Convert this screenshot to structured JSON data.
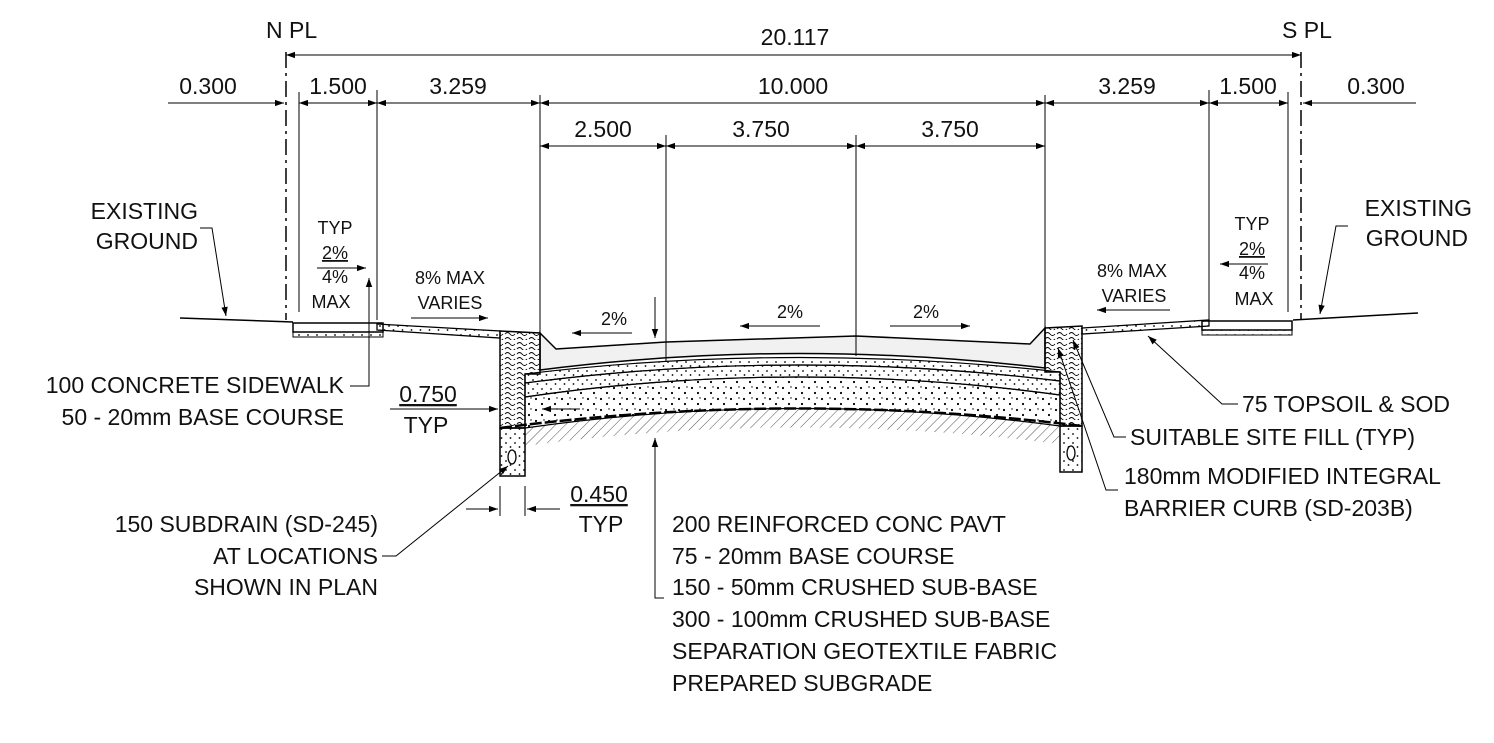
{
  "property_lines": {
    "north": "N PL",
    "south": "S PL"
  },
  "dimensions": {
    "overall": "20.117",
    "row1": [
      "0.300",
      "1.500",
      "3.259",
      "10.000",
      "3.259",
      "1.500",
      "0.300"
    ],
    "row2": [
      "2.500",
      "3.750",
      "3.750"
    ],
    "curb_width": "0.750",
    "curb_typ": "TYP",
    "drain_offset": "0.450",
    "drain_typ": "TYP"
  },
  "slopes": {
    "sidewalk_left": [
      "TYP",
      "2%",
      "4%",
      "MAX"
    ],
    "sidewalk_right": [
      "TYP",
      "2%",
      "4%",
      "MAX"
    ],
    "boulevard_left": [
      "8% MAX",
      "VARIES"
    ],
    "boulevard_right": [
      "8% MAX",
      "VARIES"
    ],
    "lane_left": "2%",
    "lane_center": "2%",
    "lane_right": "2%"
  },
  "labels": {
    "existing_ground_left": [
      "EXISTING",
      "GROUND"
    ],
    "existing_ground_right": [
      "EXISTING",
      "GROUND"
    ],
    "sidewalk": [
      "100 CONCRETE SIDEWALK",
      "50 - 20mm BASE COURSE"
    ],
    "subdrain": [
      "150 SUBDRAIN (SD-245)",
      "AT LOCATIONS",
      "SHOWN IN PLAN"
    ],
    "pavement": [
      "200 REINFORCED CONC PAVT",
      "75 - 20mm BASE COURSE",
      "150 - 50mm CRUSHED SUB-BASE",
      "300 - 100mm CRUSHED SUB-BASE",
      "SEPARATION GEOTEXTILE FABRIC",
      "PREPARED SUBGRADE"
    ],
    "topsoil": "75 TOPSOIL & SOD",
    "site_fill": "SUITABLE SITE FILL (TYP)",
    "curb": [
      "180mm MODIFIED INTEGRAL",
      "BARRIER CURB (SD-203B)"
    ]
  }
}
